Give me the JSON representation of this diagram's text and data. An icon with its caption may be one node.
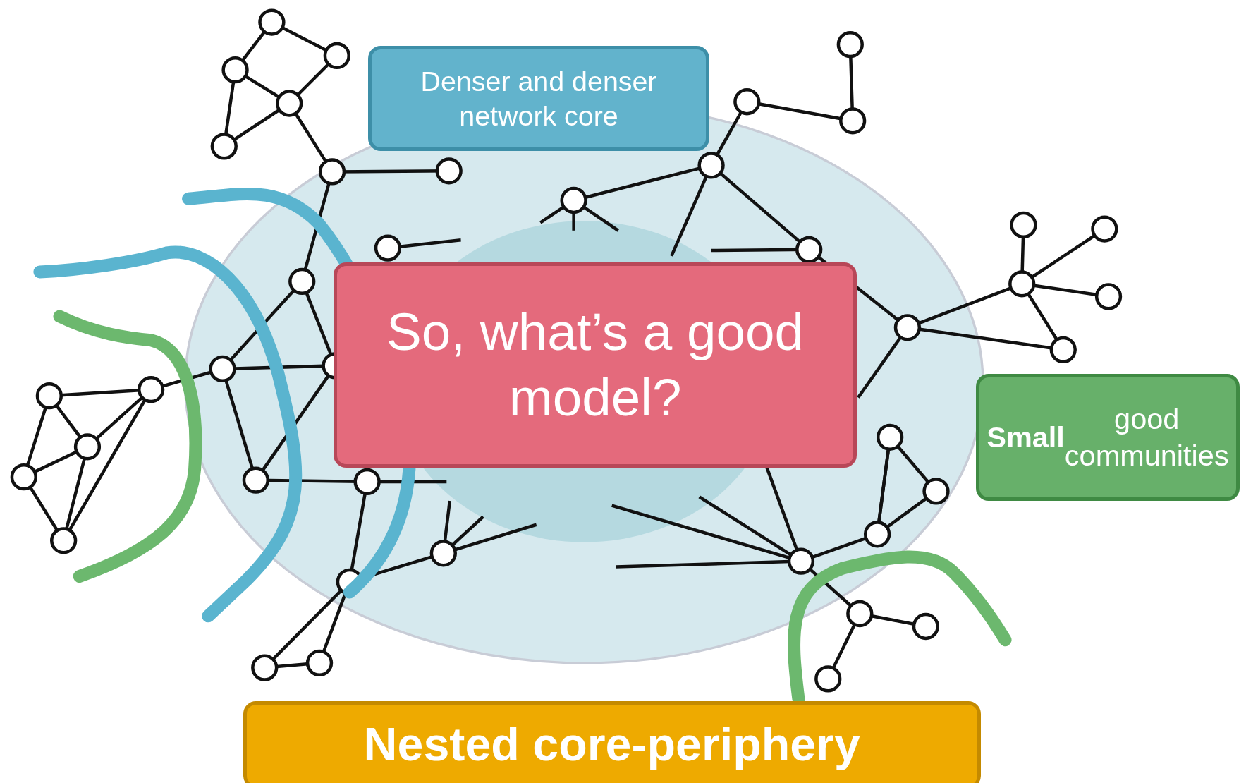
{
  "diagram": {
    "nodes": [
      {
        "text": [
          "Denser and denser network core"
        ]
      },
      {
        "text": [
          "So, what’s a good model?"
        ]
      },
      {
        "text": [
          "**Small** good communities"
        ]
      },
      {
        "text": [
          "Nested core-periphery"
        ]
      }
    ]
  }
}
